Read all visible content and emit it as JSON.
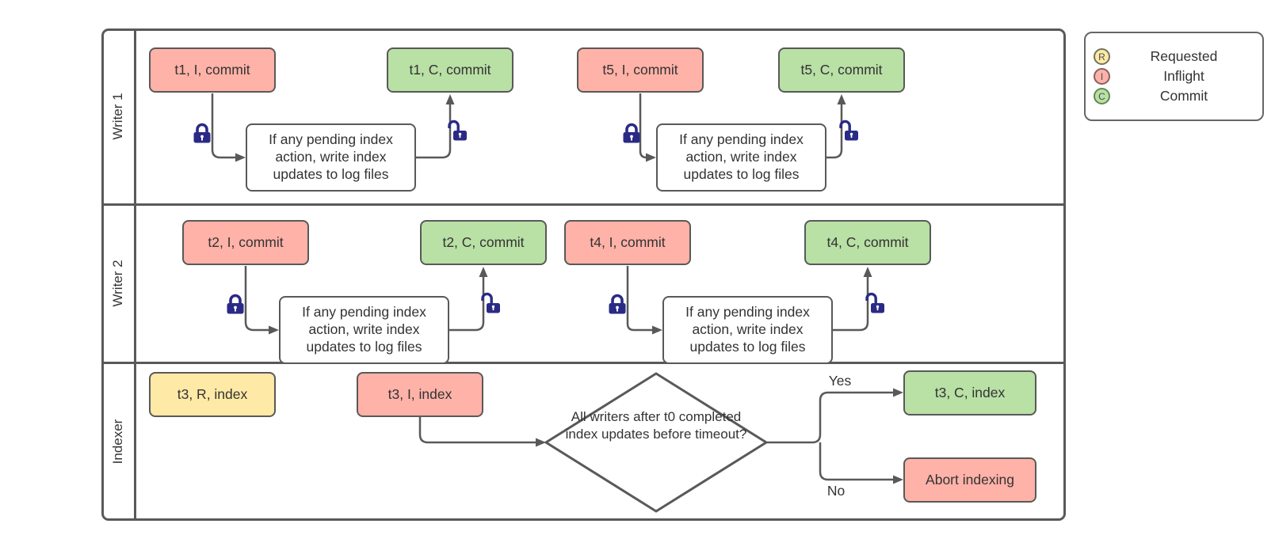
{
  "diagram_type": "swimlane-flowchart",
  "lanes": [
    {
      "label": "Writer 1"
    },
    {
      "label": "Writer 2"
    },
    {
      "label": "Indexer"
    }
  ],
  "nodes": {
    "w1_t1_inflight": "t1, I, commit",
    "w1_t1_commit": "t1, C, commit",
    "w1_t5_inflight": "t5, I, commit",
    "w1_t5_commit": "t5, C, commit",
    "w2_t2_inflight": "t2, I, commit",
    "w2_t2_commit": "t2, C, commit",
    "w2_t4_inflight": "t4, I, commit",
    "w2_t4_commit": "t4, C, commit",
    "ix_t3_requested": "t3, R, index",
    "ix_t3_inflight": "t3, I, index",
    "ix_t3_commit": "t3, C, index",
    "ix_abort": "Abort indexing"
  },
  "process_note": "If any pending index action, write index updates to log files",
  "decision": {
    "text": "All writers after t0 completed index updates before timeout?",
    "yes_label": "Yes",
    "no_label": "No"
  },
  "legend": {
    "items": [
      {
        "letter": "R",
        "label": "Requested",
        "color": "#FFE9A6"
      },
      {
        "letter": "I",
        "label": "Inflight",
        "color": "#FFB2A8"
      },
      {
        "letter": "C",
        "label": "Commit",
        "color": "#B9E0A5"
      }
    ]
  },
  "colors": {
    "inflight": "#FFB2A8",
    "commit": "#B9E0A5",
    "requested": "#FFE9A6",
    "line": "#595959",
    "lock": "#2A2A86",
    "text": "#333333"
  }
}
